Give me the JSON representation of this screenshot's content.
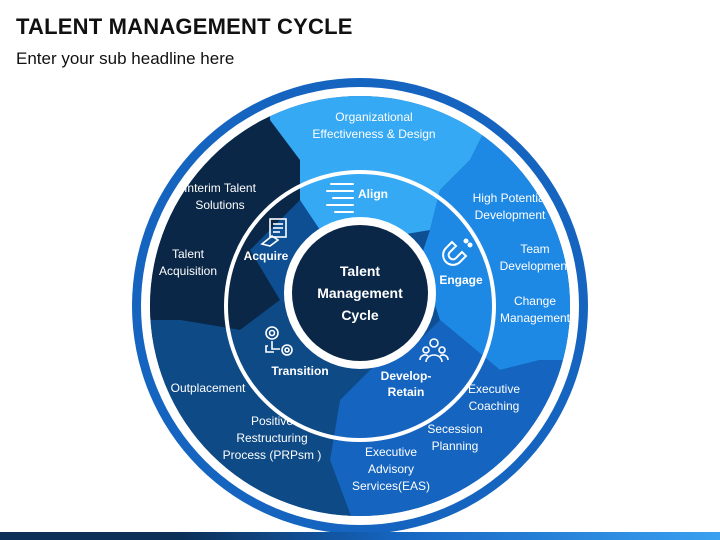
{
  "slide": {
    "title": "TALENT MANAGEMENT CYCLE",
    "subtitle": "Enter your sub headline here"
  },
  "colors": {
    "outer_ring": "#1565c0",
    "light_blue": "#36a9f4",
    "mid_blue": "#1e88e5",
    "navy": "#0e3d6b",
    "dark_navy": "#0a2747",
    "deep_blue": "#0d4f92",
    "center": "#0a2747"
  },
  "center": {
    "line1": "Talent",
    "line2": "Management",
    "line3": "Cycle"
  },
  "stages": {
    "align": "Align",
    "engage": "Engage",
    "develop_line1": "Develop-",
    "develop_line2": "Retain",
    "transition": "Transition",
    "acquire": "Acquire"
  },
  "outer": {
    "org_line1": "Organizational",
    "org_line2": "Effectiveness & Design",
    "hipo_line1": "High Potential",
    "hipo_line2": "Development",
    "team_line1": "Team",
    "team_line2": "Development",
    "change_line1": "Change",
    "change_line2": "Management",
    "coach_line1": "Executive",
    "coach_line2": "Coaching",
    "succ_line1": "Secession",
    "succ_line2": "Planning",
    "eas_line1": "Executive",
    "eas_line2": "Advisory",
    "eas_line3": "Services(EAS)",
    "prp_line1": "Positive",
    "prp_line2": "Restructuring",
    "prp_line3": "Process (PRPsm )",
    "outplacement": "Outplacement",
    "acq_line1": "Talent",
    "acq_line2": "Acquisition",
    "interim_line1": "Interim Talent",
    "interim_line2": "Solutions"
  },
  "icons": [
    "align-lines-icon",
    "magnet-icon",
    "team-icon",
    "target-icon",
    "hand-document-icon"
  ]
}
